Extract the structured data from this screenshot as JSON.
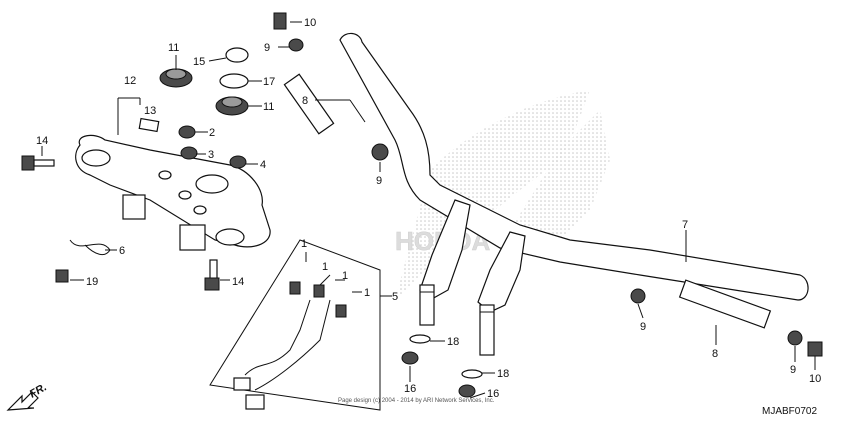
{
  "callouts": {
    "c1a": "1",
    "c1b": "1",
    "c1c": "1",
    "c1d": "1",
    "c2": "2",
    "c3": "3",
    "c4": "4",
    "c5": "5",
    "c6": "6",
    "c7": "7",
    "c8a": "8",
    "c8b": "8",
    "c9a": "9",
    "c9b": "9",
    "c9c": "9",
    "c9d": "9",
    "c10a": "10",
    "c10b": "10",
    "c11a": "11",
    "c11b": "11",
    "c12": "12",
    "c13": "13",
    "c14a": "14",
    "c14b": "14",
    "c15": "15",
    "c16a": "16",
    "c16b": "16",
    "c17": "17",
    "c18a": "18",
    "c18b": "18",
    "c19": "19"
  },
  "direction_label": "FR.",
  "copyright": "Page design (c) 2004 - 2014 by ARI Network Services, Inc.",
  "diagram_code": "MJABF0702",
  "watermark": "HONDA",
  "colors": {
    "ink": "#111111",
    "watermark": "#d8d8d8"
  }
}
